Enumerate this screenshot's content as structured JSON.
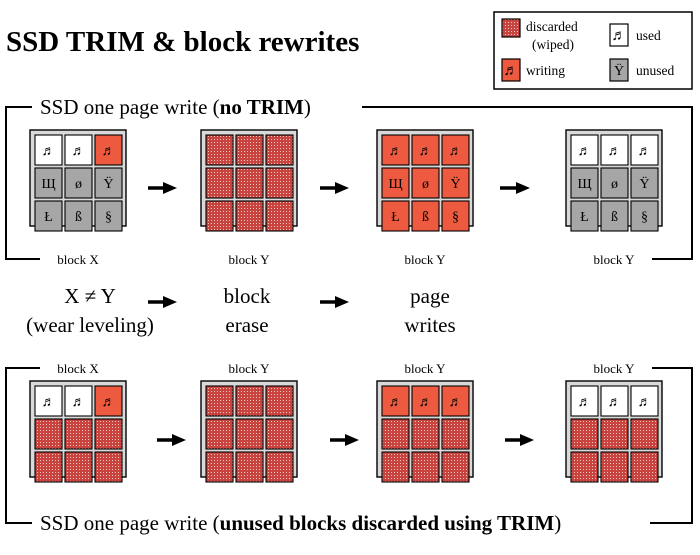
{
  "title": "SSD TRIM & block rewrites",
  "legend": {
    "discarded_line1": "discarded",
    "discarded_line2": "(wiped)",
    "used": "used",
    "writing": "writing",
    "unused": "unused"
  },
  "top_panel": {
    "caption_prefix": "SSD one page write (",
    "caption_bold": "no TRIM",
    "caption_suffix": ")"
  },
  "bottom_panel": {
    "caption_prefix": "SSD one page write (",
    "caption_bold": "unused blocks discarded using TRIM",
    "caption_suffix": ")"
  },
  "block_labels": [
    "block X",
    "block Y",
    "block Y",
    "block Y"
  ],
  "steps": [
    {
      "line1": "X ≠ Y",
      "line2": "(wear leveling)"
    },
    {
      "line1": "block",
      "line2": "erase"
    },
    {
      "line1": "page",
      "line2": "writes"
    }
  ],
  "glyphs": {
    "used": "♬",
    "unused_row2": [
      "Щ",
      "ø",
      "Ÿ"
    ],
    "unused_row3": [
      "Ł",
      "ß",
      "§"
    ]
  },
  "grids": {
    "top": [
      [
        "used",
        "used",
        "writing",
        "unused",
        "unused",
        "unused",
        "unused",
        "unused",
        "unused"
      ],
      [
        "discarded",
        "discarded",
        "discarded",
        "discarded",
        "discarded",
        "discarded",
        "discarded",
        "discarded",
        "discarded"
      ],
      [
        "writing",
        "writing",
        "writing",
        "writing",
        "writing",
        "writing",
        "writing",
        "writing",
        "writing"
      ],
      [
        "used",
        "used",
        "used",
        "unused",
        "unused",
        "unused",
        "unused",
        "unused",
        "unused"
      ]
    ],
    "bottom": [
      [
        "used",
        "used",
        "writing",
        "discarded",
        "discarded",
        "discarded",
        "discarded",
        "discarded",
        "discarded"
      ],
      [
        "discarded",
        "discarded",
        "discarded",
        "discarded",
        "discarded",
        "discarded",
        "discarded",
        "discarded",
        "discarded"
      ],
      [
        "writing",
        "writing",
        "writing",
        "discarded",
        "discarded",
        "discarded",
        "discarded",
        "discarded",
        "discarded"
      ],
      [
        "used",
        "used",
        "used",
        "discarded",
        "discarded",
        "discarded",
        "discarded",
        "discarded",
        "discarded"
      ]
    ]
  },
  "colors": {
    "writing": "#ee5a3f",
    "discarded_base": "#c9443f",
    "discarded_dot": "#f0c8c4",
    "unused": "#a6a6a6",
    "used": "#ffffff",
    "block_bg": "#d9d9d9"
  }
}
